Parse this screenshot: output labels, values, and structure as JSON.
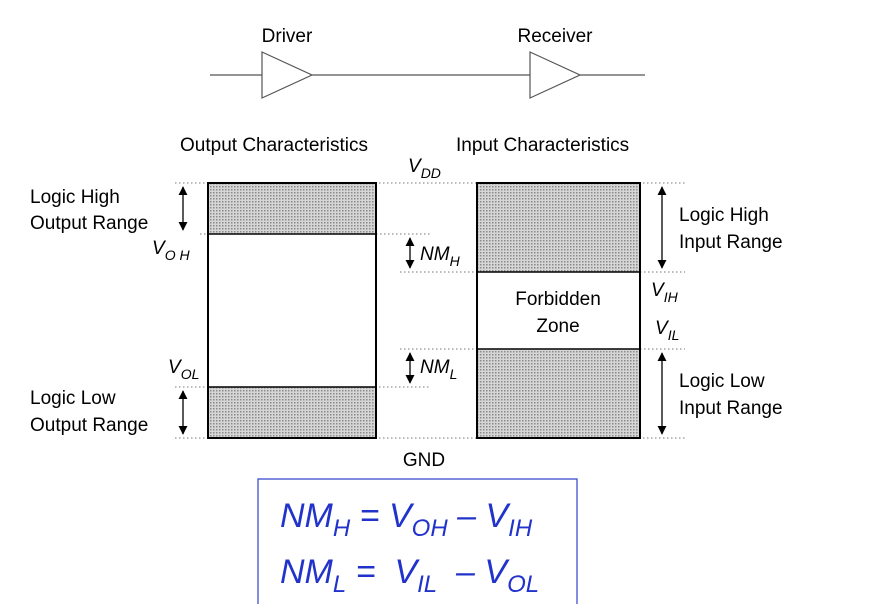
{
  "header": {
    "driver_label": "Driver",
    "receiver_label": "Receiver"
  },
  "columns": {
    "output_title": "Output Characteristics",
    "input_title": "Input Characteristics"
  },
  "rails": {
    "vdd_main": "V",
    "vdd_sub": "DD",
    "gnd": "GND"
  },
  "output_side": {
    "high_range_line1": "Logic High",
    "high_range_line2": "Output Range",
    "low_range_line1": "Logic Low",
    "low_range_line2": "Output Range",
    "voh_main": "V",
    "voh_sub": "O H",
    "vol_main": "V",
    "vol_sub": "OL"
  },
  "input_side": {
    "high_range_line1": "Logic High",
    "high_range_line2": "Input Range",
    "low_range_line1": "Logic Low",
    "low_range_line2": "Input Range",
    "vih_main": "V",
    "vih_sub": "IH",
    "vil_main": "V",
    "vil_sub": "IL",
    "forbidden_line1": "Forbidden",
    "forbidden_line2": "Zone"
  },
  "noise_margins": {
    "nmh_main": "NM",
    "nmh_sub": "H",
    "nml_main": "NM",
    "nml_sub": "L"
  },
  "formulas": {
    "line1": {
      "lhs_main": "NM",
      "lhs_sub": "H",
      "op1": " = ",
      "a_main": "V",
      "a_sub": "OH",
      "op2": " – ",
      "b_main": "V",
      "b_sub": "IH"
    },
    "line2": {
      "lhs_main": "NM",
      "lhs_sub": "L",
      "op1": " =  ",
      "a_main": "V",
      "a_sub": "IL",
      "op2": "  – ",
      "b_main": "V",
      "b_sub": "OL"
    }
  },
  "colors": {
    "formula_text": "#2233cc",
    "formula_border": "#3344cc",
    "shade": "#b8b8b8"
  }
}
